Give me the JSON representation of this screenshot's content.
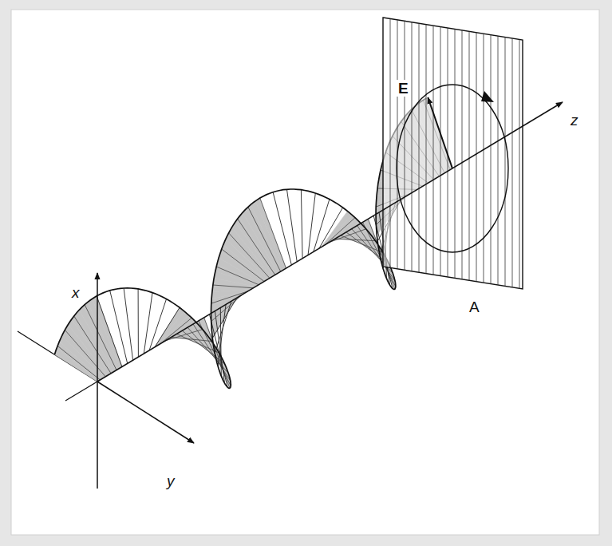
{
  "diagram": {
    "labels": [
      "x",
      "y",
      "z",
      "E",
      "A"
    ]
  }
}
